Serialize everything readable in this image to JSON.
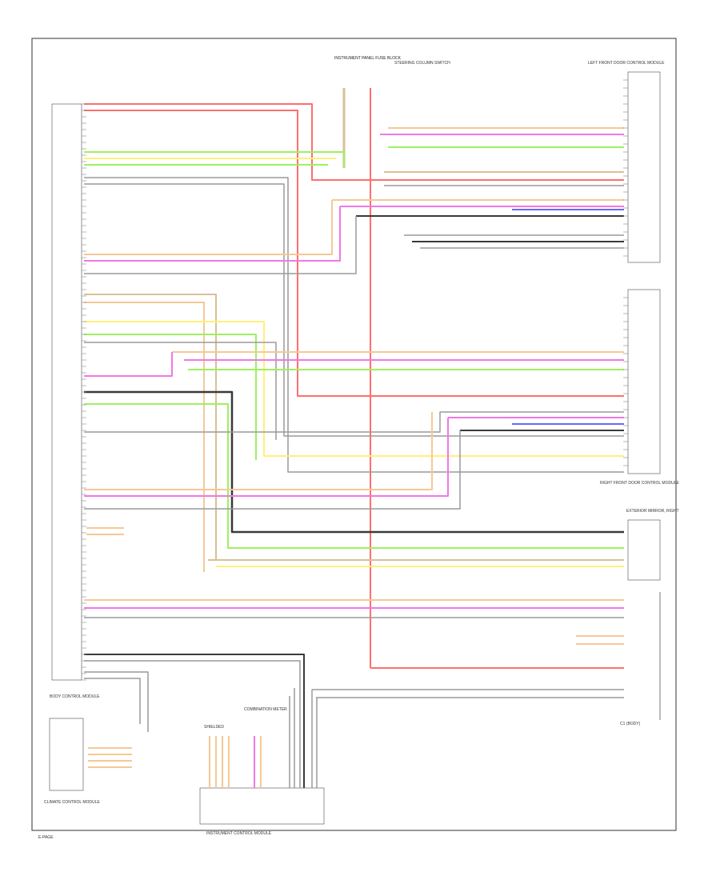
{
  "labels": {
    "top_center": "INSTRUMENT PANEL FUSE BLOCK",
    "top_center_b": "STEERING COLUMN SWITCH",
    "top_right": "LEFT FRONT DOOR CONTROL MODULE",
    "left_module": "BODY CONTROL MODULE",
    "right_mid": "RIGHT FRONT DOOR CONTROL MODULE",
    "right_lower": "EXTERIOR MIRROR, RIGHT",
    "bottom_left_box": "CLIMATE CONTROL MODULE",
    "bottom_center": "INSTRUMENT CONTROL MODULE",
    "bottom_right": "C1 (BODY)",
    "footer": "E-PAGE",
    "sub_center_1": "SHIELDED",
    "sub_center_2": "COMBINATION METER"
  },
  "colors": {
    "red": "#ff6e6e",
    "orange": "#f5c896",
    "yellow": "#fff07a",
    "green": "#9ef060",
    "pink": "#f078e6",
    "blue": "#6a6af5",
    "gray": "#9a9a9a",
    "dark": "#3a3a3a",
    "tan": "#d8c094"
  }
}
